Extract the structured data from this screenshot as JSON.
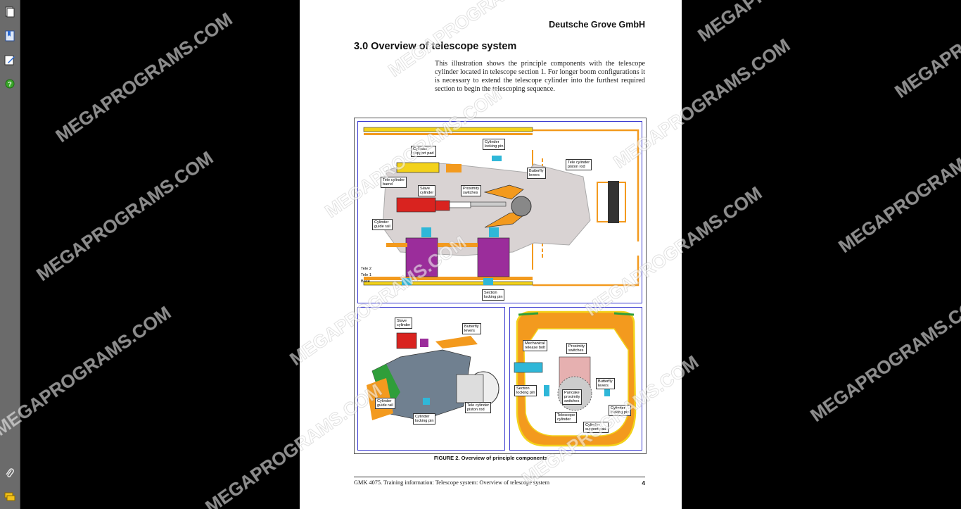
{
  "sidebar": {
    "icons": [
      "pages-icon",
      "bookmarks-icon",
      "annotations-icon",
      "help-icon",
      "attachments-icon",
      "comments-icon"
    ]
  },
  "document": {
    "company": "Deutsche Grove GmbH",
    "heading": "3.0  Overview of telescope system",
    "intro": "This illustration shows the principle components with the telescope cylinder located in telescope section 1. For longer boom configurations it is necessary to extend the telescope cylinder into the furthest required section to begin the telescoping sequence.",
    "figure": {
      "top_callouts": {
        "cylinder_support_pad": "Cylinder\nsupport pad",
        "cylinder_locking_pin": "Cylinder\nlocking pin",
        "tele_cylinder_piston_rod": "Tele cylinder\npiston rod",
        "butterfly_levers": "Butterfly\nlevers",
        "tele_cylinder_barrel": "Tele cylinder\nbarrel",
        "slave_cylinder": "Slave\ncylinder",
        "proximity_switches": "Proximity\nswitches",
        "cylinder_guide_rail": "Cylinder\nguide rail",
        "section_locking_pin": "Section\nlocking pin",
        "tele2": "Tele 2",
        "tele1": "Tele 1",
        "base": "Base"
      },
      "left_callouts": {
        "slave_cylinder": "Slave\ncylinder",
        "butterfly_levers": "Butterfly\nlevers",
        "cylinder_guide_rail": "Cylinder\nguide rail",
        "cylinder_locking_pin": "Cylinder\nlocking pin",
        "tele_cylinder_piston_rod": "Tele cylinder\npiston rod"
      },
      "right_callouts": {
        "mechanical_release_bolt": "Mechanical\nrelease bolt",
        "proximity_switches": "Proximity\nswitches",
        "section_locking_pin": "Section\nlocking pin",
        "butterfly_levers": "Butterfly\nlevers",
        "pancake_proximity_switches": "Pancake\nproximity\nswitches",
        "telescope_cylinder": "Telescope\ncylinder",
        "cylinder_locking_pin": "Cylinder\nlocking pin",
        "cylinder_support_pad": "Cylinder\nsupport pad"
      },
      "caption": "FIGURE 2.  Overview of principle components"
    },
    "footer": "GMK 4075. Training information:  Telescope system:  Overview of telescope system",
    "page_number": "4"
  },
  "watermark": "MEGAPROGRAMS.COM",
  "colors": {
    "sidebar": "#6b6b6b",
    "background": "#000000",
    "panel_border": "#3b3bd0",
    "orange": "#f39a1e",
    "purple": "#9b2d9b",
    "red": "#d9231f",
    "cyan": "#2fb7d8"
  }
}
